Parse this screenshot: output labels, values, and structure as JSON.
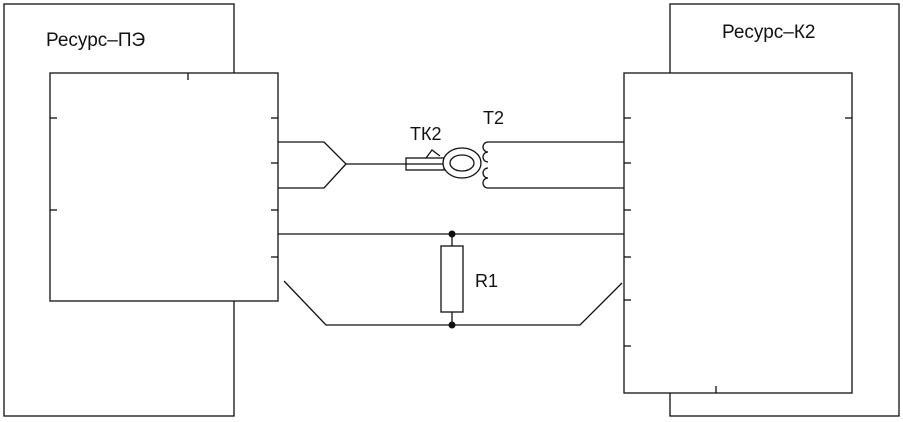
{
  "devices": {
    "left": {
      "label": "Ресурс–ПЭ"
    },
    "right": {
      "label": "Ресурс–К2"
    }
  },
  "components": {
    "current_clamp": {
      "label": "ТК2"
    },
    "transformer": {
      "label": "Т2"
    },
    "resistor": {
      "label": "R1"
    }
  },
  "colors": {
    "line": "#111111",
    "background": "#ffffff"
  }
}
